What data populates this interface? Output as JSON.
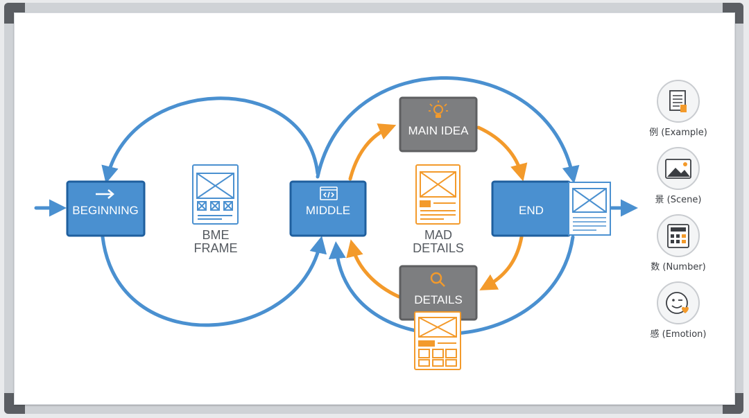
{
  "colors": {
    "blue": "#4a90d0",
    "blue_dark": "#1f5f9e",
    "orange": "#f39a2b",
    "gray": "#7d7e80"
  },
  "nodes": {
    "beginning": "BEGINNING",
    "middle": "MIDDLE",
    "end": "END",
    "main_idea": "MAIN IDEA",
    "details": "DETAILS"
  },
  "labels": {
    "bme_line1": "BME",
    "bme_line2": "FRAME",
    "mad_line1": "MAD",
    "mad_line2": "DETAILS"
  },
  "legend": [
    {
      "icon": "document-icon",
      "label": "例 (Example)"
    },
    {
      "icon": "image-icon",
      "label": "景 (Scene)"
    },
    {
      "icon": "calculator-icon",
      "label": "数 (Number)"
    },
    {
      "icon": "emotion-face-icon",
      "label": "感 (Emotion)"
    }
  ]
}
